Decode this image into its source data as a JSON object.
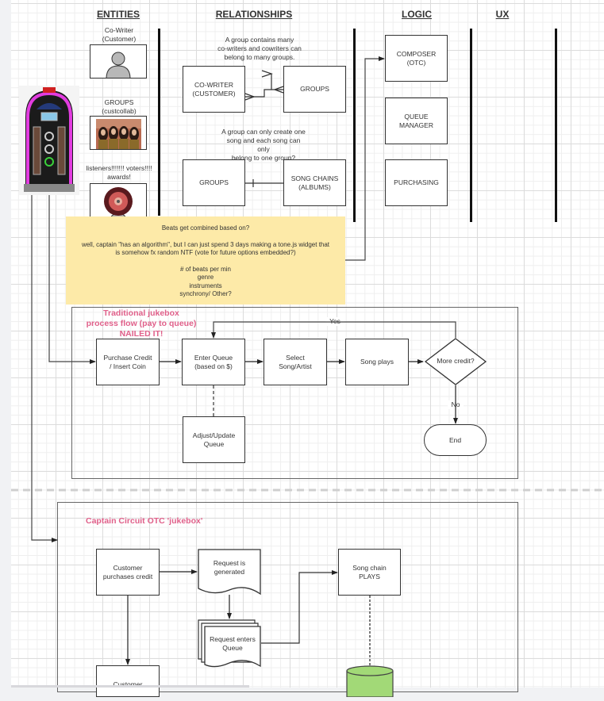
{
  "headers": {
    "entities": "ENTITIES",
    "relationships": "RELATIONSHIPS",
    "logic": "LOGIC",
    "ux": "UX"
  },
  "entities": {
    "cowriter_label": "Co-Writer\n(Customer)",
    "groups_label": "GROUPS\n(custcollab)",
    "listeners_label": "listeners!!!!!!! voters!!!!\nawards!",
    "jukebox_image": "jukebox-image",
    "cowriter_image": "user-silhouette-icon",
    "groups_image": "band-photo",
    "listeners_image": "record-disc-photo"
  },
  "relationships": {
    "note1": "A group contains many\nco-writers and cowriters can\nbelong to many groups.",
    "box_cowriter": "CO-WRITER\n(CUSTOMER)",
    "box_groups_1": "GROUPS",
    "note2": "A group can only create one\nsong and each song can only\nbelong to one group?",
    "box_groups_2": "GROUPS",
    "box_songchains": "SONG CHAINS\n(ALBUMS)"
  },
  "logic": {
    "composer": "COMPOSER\n(OTC)",
    "queue_manager": "QUEUE\nMANAGER",
    "purchasing": "PURCHASING"
  },
  "sticky_note": {
    "line1": "Beats get combined based on?",
    "line2": "well, captain \"has an algorithm\", but I can just spend 3 days making a tone.js widget that\nis somehow fx random NTF  (vote for future options embedded?)",
    "list": [
      "# of beats per min",
      "genre",
      "instruments",
      "synchrony/ Other?"
    ]
  },
  "traditional_flow": {
    "title": "Traditional jukebox\nprocess flow  (pay to queue)\nNAILED IT!",
    "purchase": "Purchase Credit\n/ Insert Coin",
    "enter_queue": "Enter Queue\n(based on $)",
    "select": "Select\nSong/Artist",
    "song_plays": "Song plays",
    "decision": "More credit?",
    "yes_label": "Yes",
    "no_label": "No",
    "adjust": "Adjust/Update\nQueue",
    "end": "End"
  },
  "otc_flow": {
    "title": "Captain Circuit OTC 'jukebox'",
    "customer_purchases": "Customer\npurchases credit",
    "request_generated": "Request is\ngenerated",
    "request_enters": "Request enters\nQueue",
    "song_chain": "Song chain\nPLAYS",
    "customer_bottom": "Customer"
  },
  "colors": {
    "pink_accent": "#e0608a",
    "note_yellow": "#fdeaa8",
    "db_green": "#a2d977"
  }
}
